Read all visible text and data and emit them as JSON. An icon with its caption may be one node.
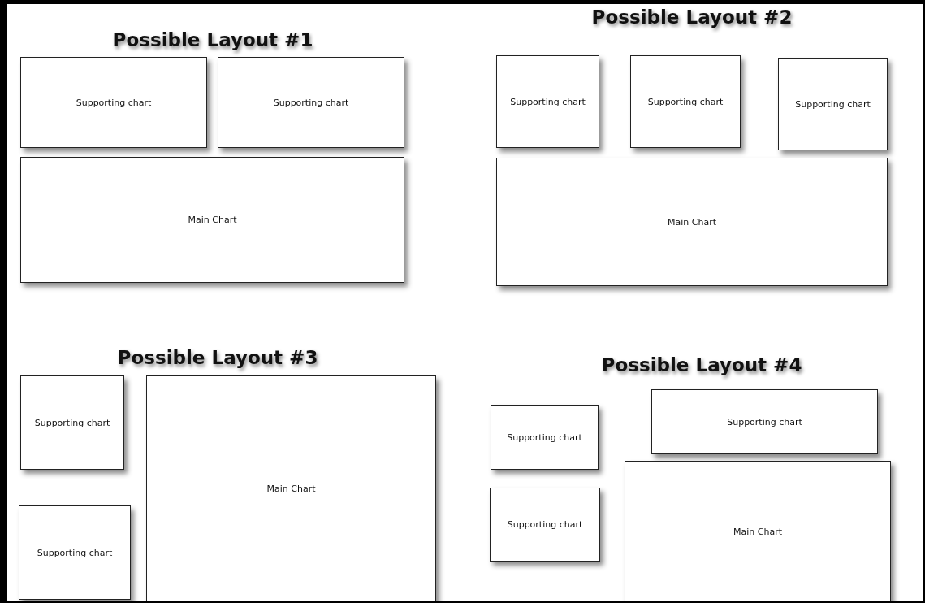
{
  "diagram": {
    "nodes": [
      {
        "text": [
          "Supporting chart"
        ]
      },
      {
        "text": [
          "Supporting chart"
        ]
      },
      {
        "text": [
          "Main Chart"
        ]
      },
      {
        "text": [
          "Supporting chart"
        ]
      },
      {
        "text": [
          "Supporting chart"
        ]
      },
      {
        "text": [
          "Supporting chart"
        ]
      },
      {
        "text": [
          "Main Chart"
        ]
      },
      {
        "text": [
          "Supporting chart"
        ]
      },
      {
        "text": [
          "Supporting chart"
        ]
      },
      {
        "text": [
          "Main Chart"
        ]
      },
      {
        "text": [
          "Supporting chart"
        ]
      },
      {
        "text": [
          "Supporting chart"
        ]
      },
      {
        "text": [
          "Supporting chart"
        ]
      },
      {
        "text": [
          "Main Chart"
        ]
      }
    ],
    "labels": [
      "Possible Layout #1",
      "Possible Layout #2",
      "Possible Layout #3",
      "Possible Layout #4"
    ]
  }
}
